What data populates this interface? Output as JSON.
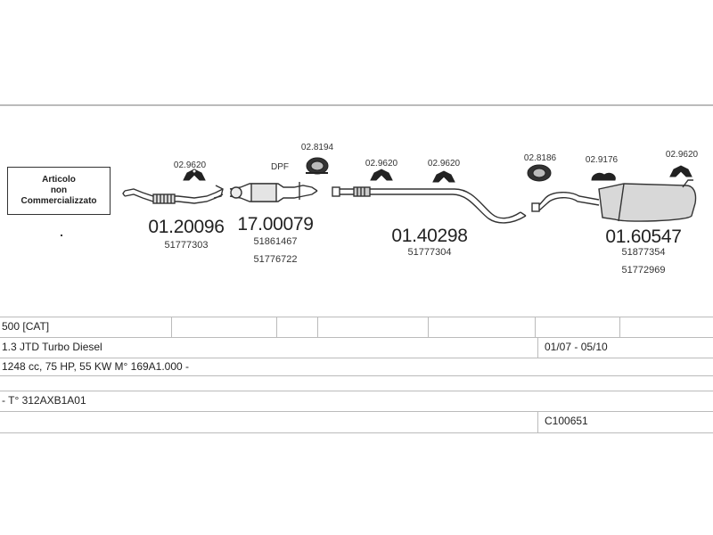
{
  "not_sold_box": {
    "line1": "Articolo",
    "line2": "non",
    "line3": "Commercializzato"
  },
  "parts": [
    {
      "id": "front-pipe",
      "code": "01.20096",
      "refs": [
        "51777303"
      ]
    },
    {
      "id": "dpf",
      "code": "17.00079",
      "refs": [
        "51861467",
        "51776722"
      ],
      "label": "DPF"
    },
    {
      "id": "middle-pipe",
      "code": "01.40298",
      "refs": [
        "51777304"
      ]
    },
    {
      "id": "rear-silencer",
      "code": "01.60547",
      "refs": [
        "51877354",
        "51772969"
      ]
    }
  ],
  "clamps": [
    "02.9620",
    "02.8194",
    "02.9620",
    "02.9620",
    "02.8186",
    "02.9176",
    "02.9620"
  ],
  "vehicle_table": {
    "row1": "500  [CAT]",
    "row2_left": "1.3 JTD Turbo Diesel",
    "row2_right": "01/07 - 05/10",
    "row3": "1248 cc, 75 HP, 55 KW M° 169A1.000 -",
    "row4": "- T° 312AXB1A01",
    "row5_right": "C100651"
  }
}
